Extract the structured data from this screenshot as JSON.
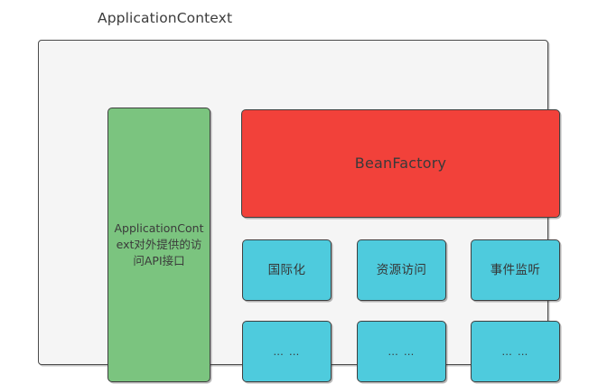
{
  "diagram": {
    "title": "ApplicationContext",
    "container": {
      "name": "ApplicationContext container",
      "fill": "#f5f5f5",
      "stroke": "#4a4a4a"
    },
    "nodes": {
      "api_panel": {
        "label": "ApplicationContext对外提供的访问API接口",
        "fill": "#7bc47f"
      },
      "bean_factory": {
        "label": "BeanFactory",
        "fill": "#f2413a"
      },
      "features": [
        {
          "label": "国际化",
          "fill": "#4ecbdd"
        },
        {
          "label": "资源访问",
          "fill": "#4ecbdd"
        },
        {
          "label": "事件监听",
          "fill": "#4ecbdd"
        }
      ],
      "more": [
        {
          "label": "… …",
          "fill": "#4ecbdd"
        },
        {
          "label": "… …",
          "fill": "#4ecbdd"
        },
        {
          "label": "… …",
          "fill": "#4ecbdd"
        }
      ]
    }
  }
}
